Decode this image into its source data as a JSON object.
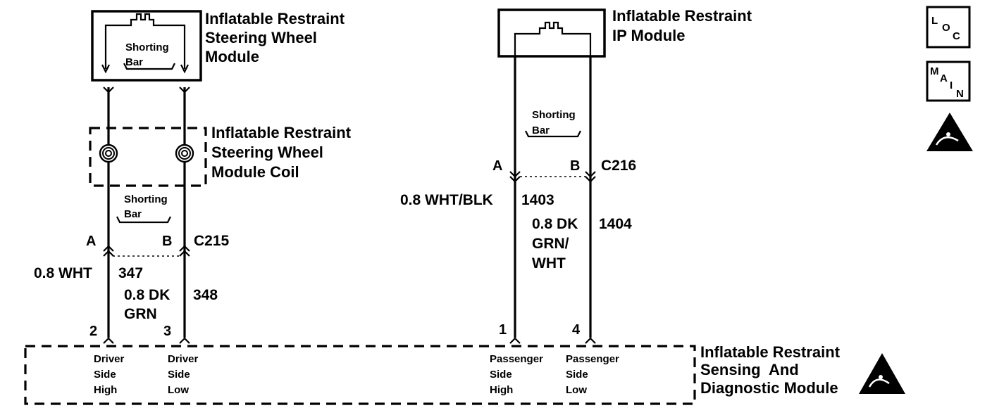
{
  "components": {
    "steering_wheel_module": {
      "title_lines": [
        "Inflatable Restraint",
        "Steering Wheel",
        "Module"
      ],
      "shorting_bar": [
        "Shorting",
        "Bar"
      ]
    },
    "steering_wheel_coil": {
      "title_lines": [
        "Inflatable Restraint",
        "Steering Wheel",
        "Module Coil"
      ],
      "shorting_bar": [
        "Shorting",
        "Bar"
      ]
    },
    "ip_module": {
      "title_lines": [
        "Inflatable Restraint",
        "IP Module"
      ],
      "shorting_bar": [
        "Shorting",
        "Bar"
      ]
    },
    "sdm": {
      "title_lines": [
        "Inflatable Restraint",
        "Sensing  And",
        "Diagnostic Module"
      ]
    }
  },
  "connectors": {
    "c215": {
      "name": "C215",
      "pin_a": "A",
      "pin_b": "B"
    },
    "c216": {
      "name": "C216",
      "pin_a": "A",
      "pin_b": "B"
    }
  },
  "wires": {
    "w347": {
      "size_color": "0.8 WHT",
      "circuit": "347"
    },
    "w348": {
      "size_color_lines": [
        "0.8 DK",
        "GRN"
      ],
      "circuit": "348"
    },
    "w1403": {
      "size_color": "0.8 WHT/BLK",
      "circuit": "1403"
    },
    "w1404": {
      "size_color_lines": [
        "0.8 DK",
        "GRN/",
        "WHT"
      ],
      "circuit": "1404"
    }
  },
  "sdm_pins": [
    {
      "number": "2",
      "label_lines": [
        "Driver",
        "Side",
        "High"
      ]
    },
    {
      "number": "3",
      "label_lines": [
        "Driver",
        "Side",
        "Low"
      ]
    },
    {
      "number": "1",
      "label_lines": [
        "Passenger",
        "Side",
        "High"
      ]
    },
    {
      "number": "4",
      "label_lines": [
        "Passenger",
        "Side",
        "Low"
      ]
    }
  ],
  "icons": {
    "loc": {
      "name": "loc-icon",
      "letters": [
        "L",
        "O",
        "C"
      ]
    },
    "main": {
      "name": "main-icon",
      "letters": [
        "M",
        "A",
        "I",
        "N"
      ]
    },
    "esd": {
      "name": "esd-warning-icon"
    },
    "esd_sdm": {
      "name": "esd-warning-icon"
    }
  }
}
